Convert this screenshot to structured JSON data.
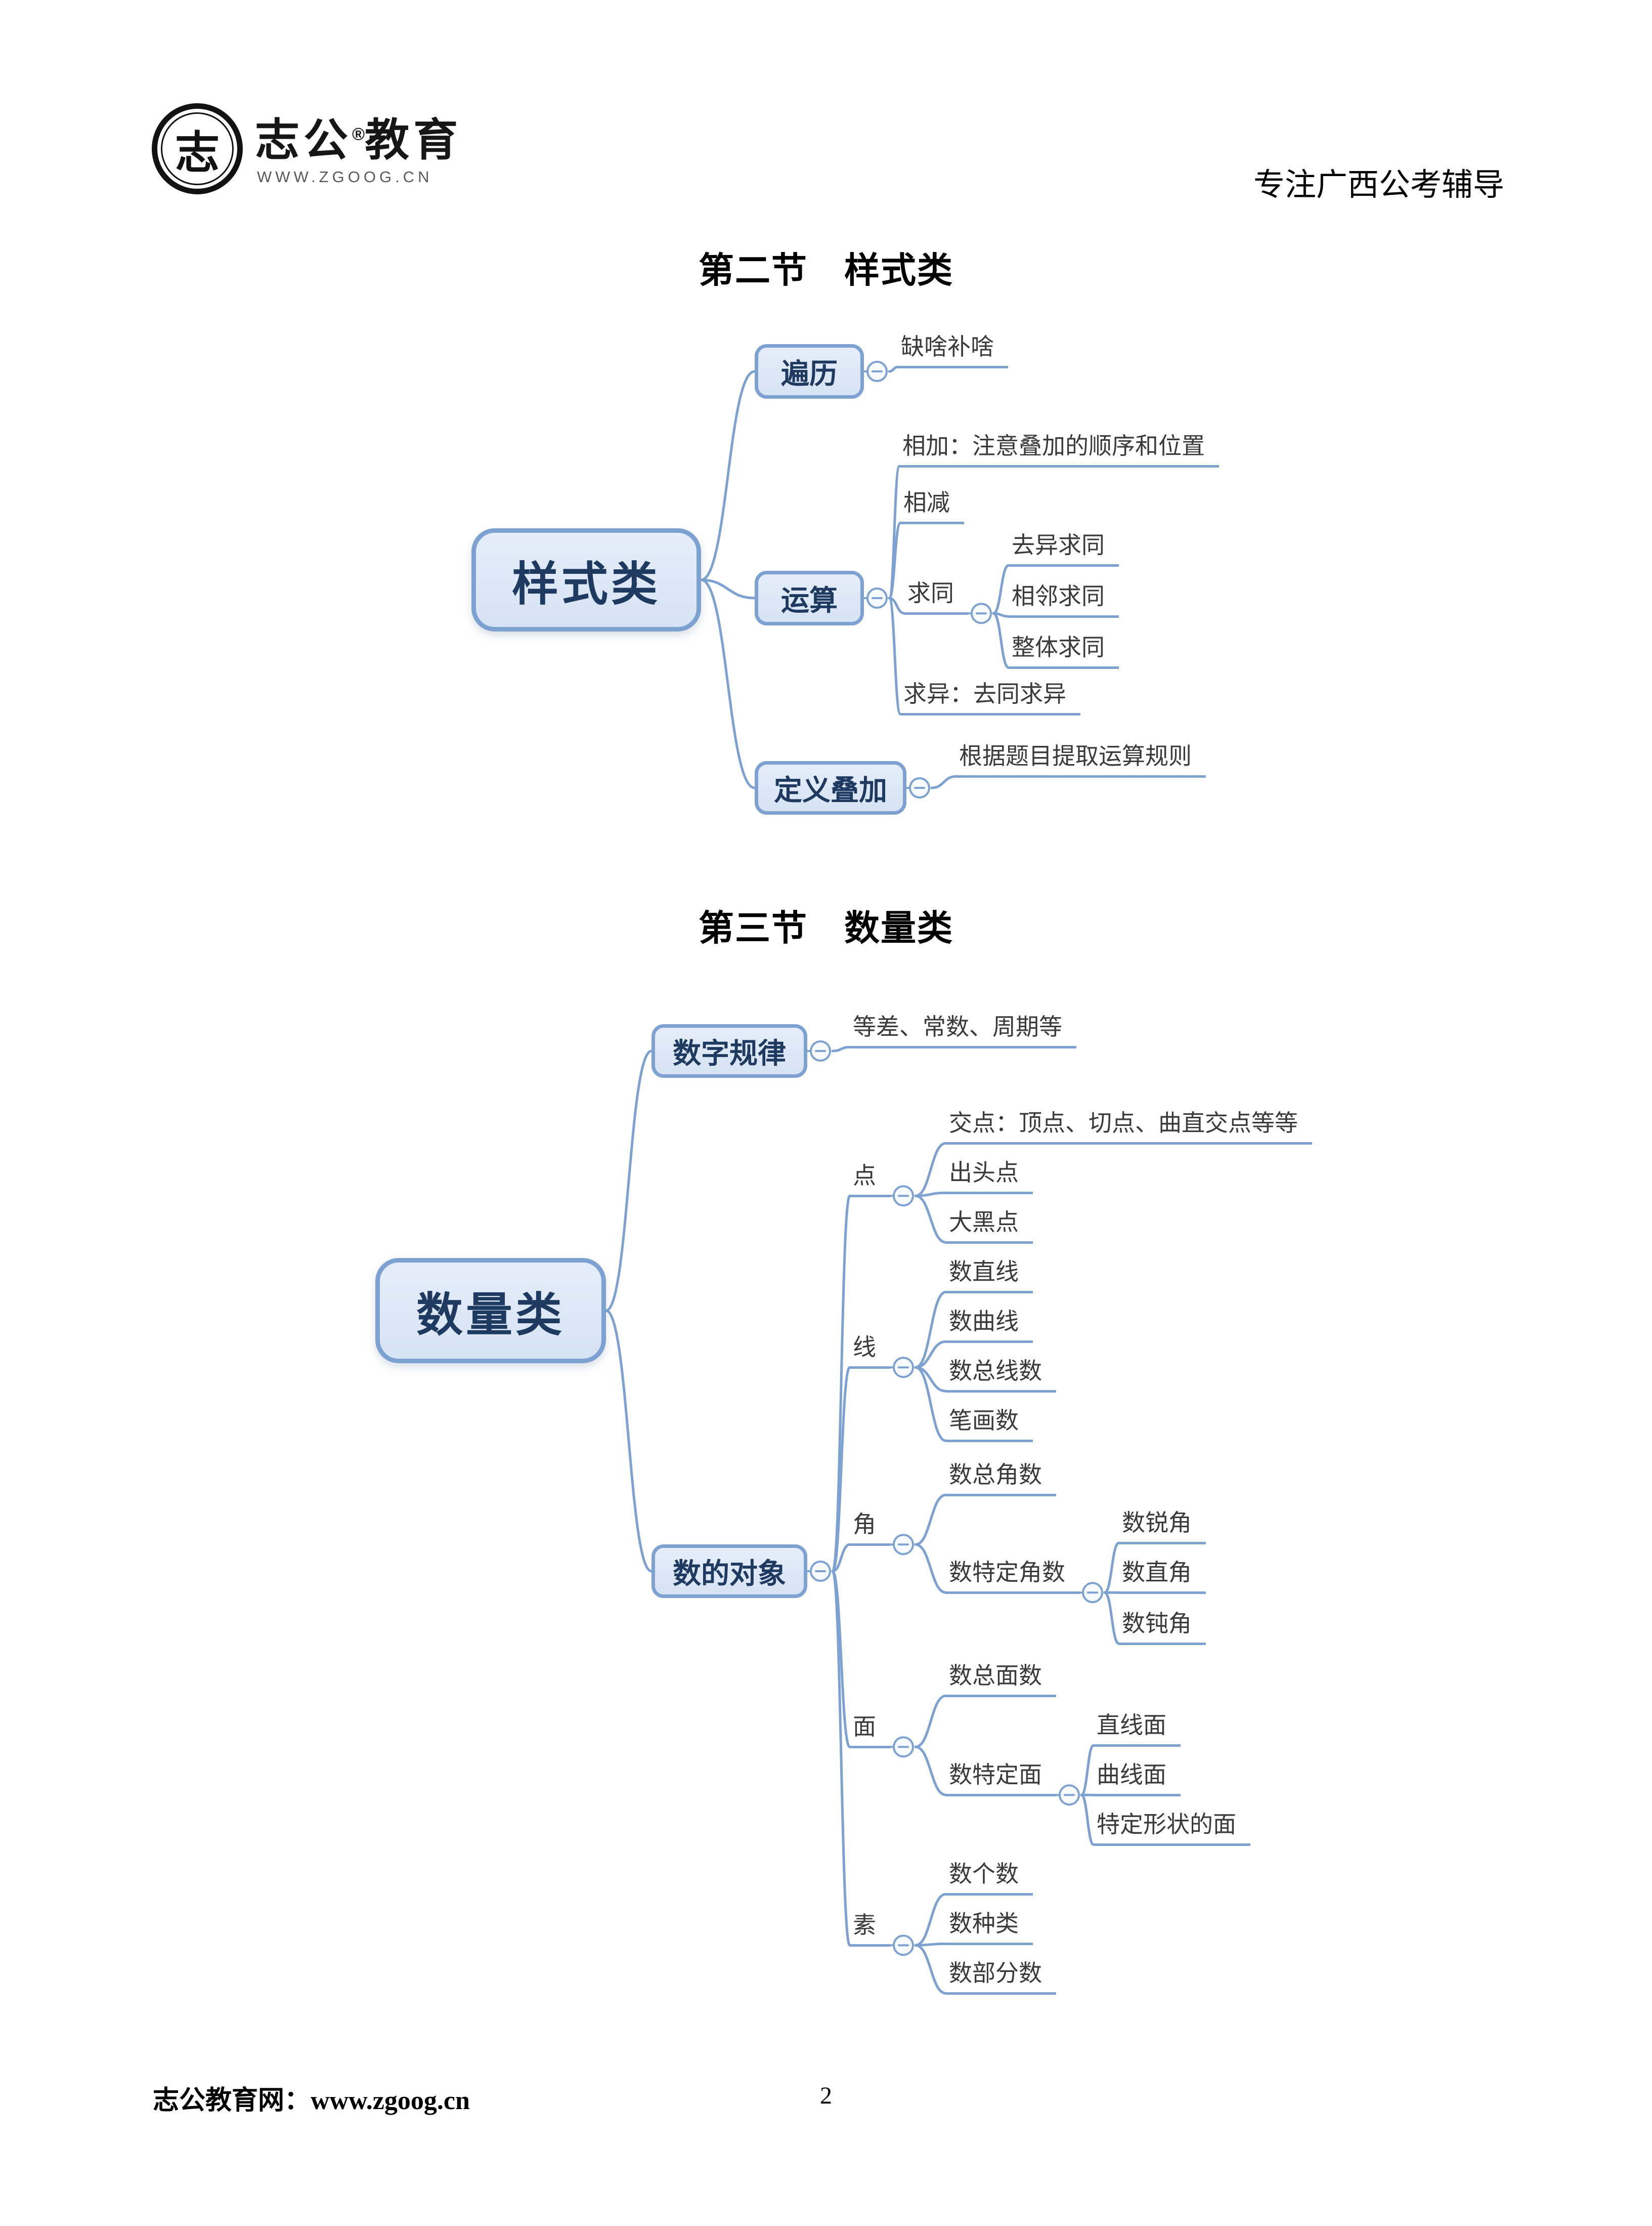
{
  "header": {
    "brand_left": "志公",
    "brand_reg": "®",
    "brand_right": "教育",
    "brand_site": "WWW.ZGOOG.CN",
    "tagline": "专注广西公考辅导",
    "seal_char": "志"
  },
  "sections": {
    "s2_title": "第二节　样式类",
    "s3_title": "第三节　数量类"
  },
  "footer": {
    "site": "志公教育网：www.zgoog.cn",
    "page": "2"
  },
  "colors": {
    "node_border": "#7da2d2",
    "node_fill": "#dbe7f6",
    "connector_line": "#7da2d2",
    "node_text": "#1f3a60",
    "leaf_text": "#3a3a3a"
  },
  "map1": {
    "root": "样式类",
    "bianli": "遍历",
    "quesha": "缺啥补啥",
    "yunsuan": "运算",
    "xiangjia": "相加：注意叠加的顺序和位置",
    "xiangjian": "相减",
    "qiutong": "求同",
    "quyi": "去异求同",
    "xianglin": "相邻求同",
    "zhengti": "整体求同",
    "qiuyi": "求异：去同求异",
    "dingyi": "定义叠加",
    "guize": "根据题目提取运算规则"
  },
  "map2": {
    "root": "数量类",
    "shuzi_guilv": "数字规律",
    "dengcha": "等差、常数、周期等",
    "shude_duixiang": "数的对象",
    "dian": "点",
    "jiaodian": "交点：顶点、切点、曲直交点等等",
    "chutoudian": "出头点",
    "daheidian": "大黑点",
    "xian": "线",
    "shu_zhixian": "数直线",
    "shu_quxian": "数曲线",
    "shu_zongxianshu": "数总线数",
    "bihuashu": "笔画数",
    "jiao": "角",
    "shu_zongjiaoshu": "数总角数",
    "shu_tedingjiaoshu": "数特定角数",
    "shu_ruijiao": "数锐角",
    "shu_zhijiao": "数直角",
    "shu_dunjiao": "数钝角",
    "mian": "面",
    "shu_zongmianshu": "数总面数",
    "shu_tedingmian": "数特定面",
    "zhixianmian": "直线面",
    "quxianmian": "曲线面",
    "teding_xingzhuang_mian": "特定形状的面",
    "su": "素",
    "shu_geshu": "数个数",
    "shu_zhonglei": "数种类",
    "shu_bufenshu": "数部分数"
  }
}
